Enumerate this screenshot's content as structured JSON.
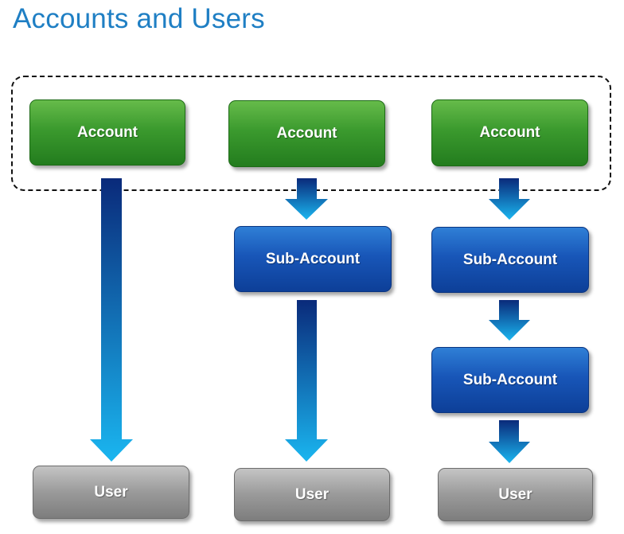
{
  "title": "Accounts and Users",
  "nodes": {
    "account_1": "Account",
    "account_2": "Account",
    "account_3": "Account",
    "subaccount_2": "Sub-Account",
    "subaccount_3a": "Sub-Account",
    "subaccount_3b": "Sub-Account",
    "user_1": "User",
    "user_2": "User",
    "user_3": "User"
  },
  "colors": {
    "title": "#1f7fc4",
    "account": "#3b9a2e",
    "subaccount": "#1856b8",
    "user": "#9a9a9a",
    "arrow_top": "#0a2a7a",
    "arrow_bottom": "#1ab6f0"
  }
}
